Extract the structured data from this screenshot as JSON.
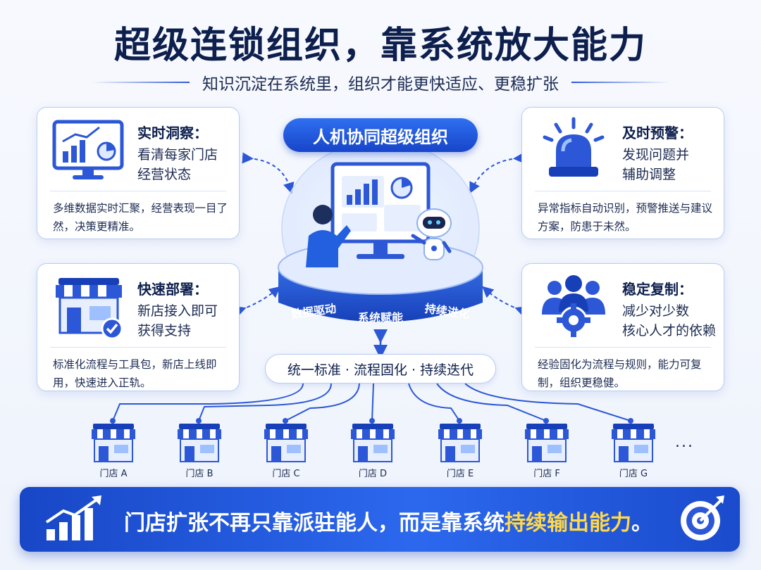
{
  "title": "超级连锁组织，靠系统放大能力",
  "subtitle": "知识沉淀在系统里，组织才能更快适应、更稳扩张",
  "hub": {
    "title": "人机协同超级组织",
    "platform_labels": [
      "数据驱动",
      "系统赋能",
      "持续进化"
    ],
    "pill": "统一标准 · 流程固化 · 持续迭代"
  },
  "cards": [
    {
      "title": "实时洞察：",
      "line1": "看清每家门店",
      "line2": "经营状态",
      "desc": "多维数据实时汇聚，经营表现一目了然，决策更精准。",
      "icon": "monitor-chart-icon"
    },
    {
      "title": "及时预警：",
      "line1": "发现问题并",
      "line2": "辅助调整",
      "desc": "异常指标自动识别，预警推送与建议方案，防患于未然。",
      "icon": "alarm-siren-icon"
    },
    {
      "title": "快速部署：",
      "line1": "新店接入即可",
      "line2": "获得支持",
      "desc": "标准化流程与工具包，新店上线即用，快速进入正轨。",
      "icon": "store-check-icon"
    },
    {
      "title": "稳定复制：",
      "line1": "减少对少数",
      "line2": "核心人才的依赖",
      "desc": "经验固化为流程与规则，能力可复制，组织更稳健。",
      "icon": "team-gear-icon"
    }
  ],
  "stores": [
    "门店 A",
    "门店 B",
    "门店 C",
    "门店 D",
    "门店 E",
    "门店 F",
    "门店 G"
  ],
  "stores_more": "...",
  "banner": {
    "text_main": "门店扩张不再只靠派驻能人，而是靠系统",
    "text_highlight": "持续输出能力",
    "text_end": "。"
  },
  "colors": {
    "primary": "#1f55d8",
    "dark_text": "#0d1f4d",
    "highlight": "#ffd84a",
    "card_border": "#b9ccf3"
  }
}
